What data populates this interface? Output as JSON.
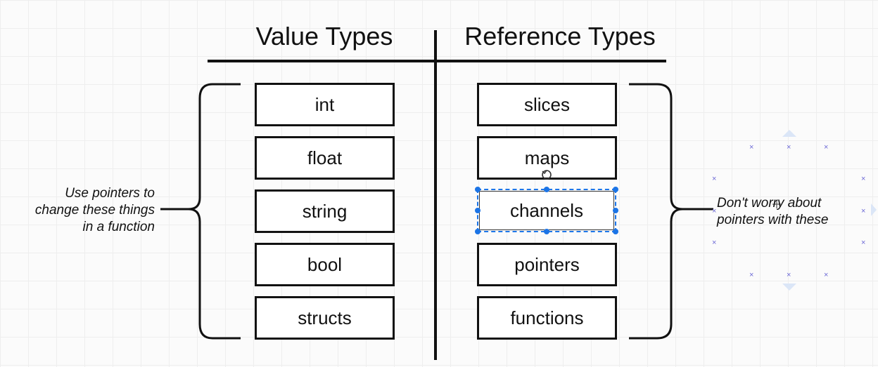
{
  "headings": {
    "value_types": "Value Types",
    "reference_types": "Reference Types"
  },
  "value_types": [
    "int",
    "float",
    "string",
    "bool",
    "structs"
  ],
  "reference_types": [
    "slices",
    "maps",
    "channels",
    "pointers",
    "functions"
  ],
  "selected_item": "channels",
  "notes": {
    "left_line1": "Use pointers to",
    "left_line2": "change these things",
    "left_line3": "in a function",
    "right_line1": "Don't worry about",
    "right_line2": "pointers with these"
  },
  "colors": {
    "ink": "#111111",
    "selection": "#1b74e6",
    "grid": "#eeeeee"
  }
}
